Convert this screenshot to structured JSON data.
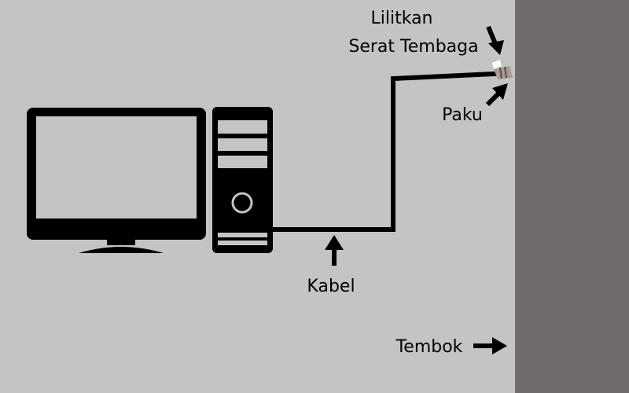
{
  "colors": {
    "background": "#c4c4c4",
    "wall": "#706c6d",
    "ink": "#000000"
  },
  "labels": {
    "winding": [
      "Lilitkan",
      "Serat Tembaga"
    ],
    "nail": "Paku",
    "cable": "Kabel",
    "wall": "Tembok"
  },
  "icons": {
    "computer": "monitor-icon",
    "tower": "pc-tower-icon"
  }
}
